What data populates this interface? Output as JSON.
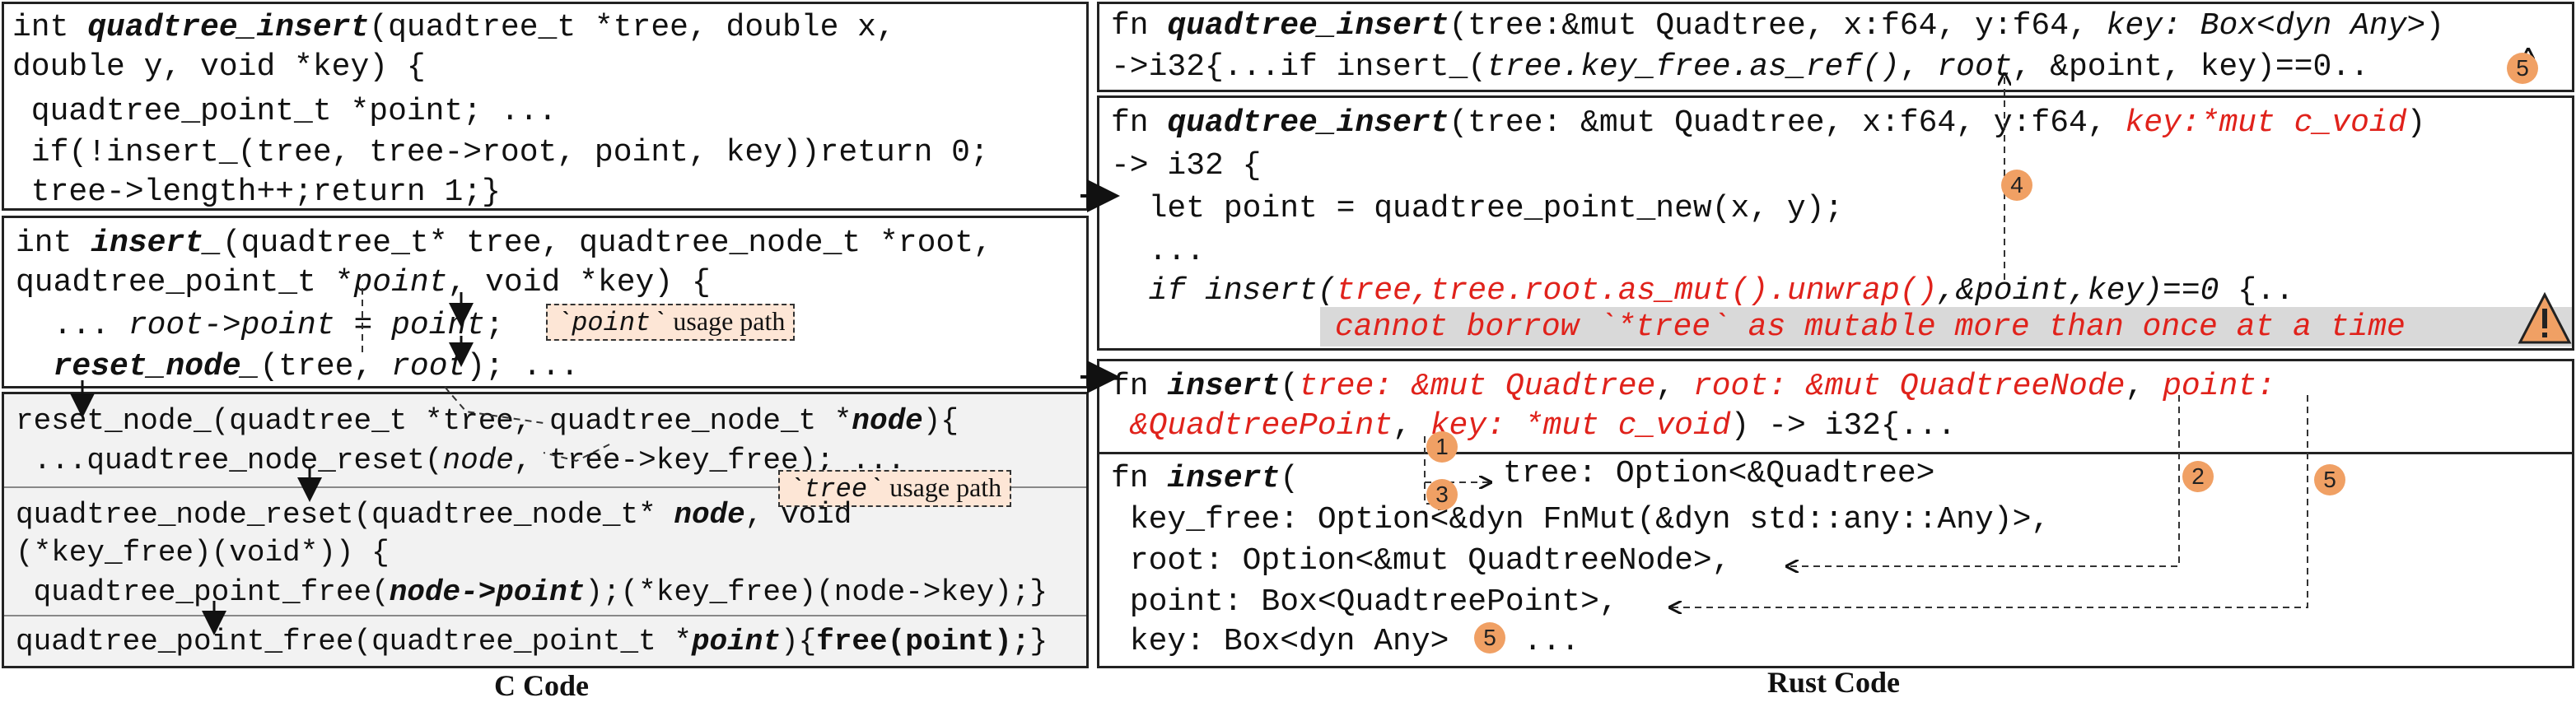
{
  "captions": {
    "c": "C Code",
    "rust": "Rust Code"
  },
  "c_insert_fn": {
    "l1": [
      "int ",
      "quadtree_insert",
      "(quadtree_t *tree, double x,"
    ],
    "l2": "double y, void *key) {",
    "l3": " quadtree_point_t *point; ...",
    "l4": " if(!insert_(tree, tree->root, point, key))return 0;",
    "l5": " tree->length++;return 1;}"
  },
  "c_insert_": {
    "l1": [
      "int ",
      "insert_",
      "(quadtree_t* tree, quadtree_node_t *root,"
    ],
    "l2": [
      "quadtree_point_t *",
      "point",
      ", void *key) {"
    ],
    "l3": [
      "  ... ",
      "root->point",
      " = ",
      "point",
      ";"
    ],
    "l4": [
      "  ",
      "reset_node_",
      "(tree, ",
      "root",
      "); ..."
    ],
    "note": [
      "`point`",
      " usage path"
    ]
  },
  "c_reset": {
    "l1": [
      "reset_node_(quadtree_t *tree, quadtree_node_t *",
      "node",
      "){"
    ],
    "l2": [
      " ...quadtree_node_reset(",
      "node",
      ", tree->key_free); ..."
    ],
    "note": [
      "`tree`",
      " usage path"
    ],
    "l3": [
      "quadtree_node_reset(quadtree_node_t* ",
      "node",
      ", void"
    ],
    "l4": "(*key_free)(void*)) {",
    "l5": [
      " quadtree_point_free(",
      "node->point",
      ");(*key_free)(node->key);}"
    ],
    "l6": [
      "quadtree_point_free(quadtree_point_t *",
      "point",
      "){",
      "free(point);",
      "}"
    ]
  },
  "rust_top": {
    "l1": [
      "fn ",
      "quadtree_insert",
      "(tree:&mut Quadtree, x:f64, y:f64, ",
      "key: Box<dyn Any>",
      ")"
    ],
    "l2": [
      "->i32{...if insert_(",
      "tree.key_free.as_ref()",
      ", ",
      "root",
      ", &point, key)==0.."
    ]
  },
  "rust_mid": {
    "l1": [
      "fn ",
      "quadtree_insert",
      "(tree: &mut Quadtree, x:f64, y:f64, ",
      "key:*mut c_void",
      ")"
    ],
    "l2": "-> i32 {",
    "l3": "  let point = quadtree_point_new(x, y);",
    "l4": "  ...",
    "l5": [
      "  ",
      "if insert(",
      "tree,tree.root.as_mut().unwrap()",
      ",&point,key)==0",
      " {.."
    ],
    "error": "cannot borrow `*tree` as mutable more than once at a time"
  },
  "rust_insert_sig": {
    "l1": [
      "fn ",
      "insert",
      "(",
      "tree: &mut Quadtree",
      ", ",
      "root: &mut QuadtreeNode",
      ", ",
      "point:"
    ],
    "l2": [
      " ",
      "&QuadtreePoint",
      ", ",
      "key: *mut c_void",
      ") -> i32{..."
    ]
  },
  "rust_insert_new": {
    "l1": [
      "fn ",
      "insert",
      "("
    ],
    "l1b": "tree: Option<&Quadtree>",
    "l2": " key_free: Option<&dyn FnMut(&dyn std::any::Any)>,",
    "l3": " root: Option<&mut QuadtreeNode>,",
    "l4": " point: Box<QuadtreePoint>,",
    "l5": " key: Box<dyn Any>",
    "l5b": " ..."
  },
  "badges": {
    "b1": "1",
    "b2": "2",
    "b3": "3",
    "b4": "4",
    "b5a": "5",
    "b5b": "5",
    "b5c": "5"
  },
  "icons": {
    "warning": "warning-triangle-icon"
  },
  "colors": {
    "highlight": "#e0221b",
    "badge": "#f0a064",
    "note": "#fde6d6",
    "error_bar": "#d9d9d9"
  }
}
